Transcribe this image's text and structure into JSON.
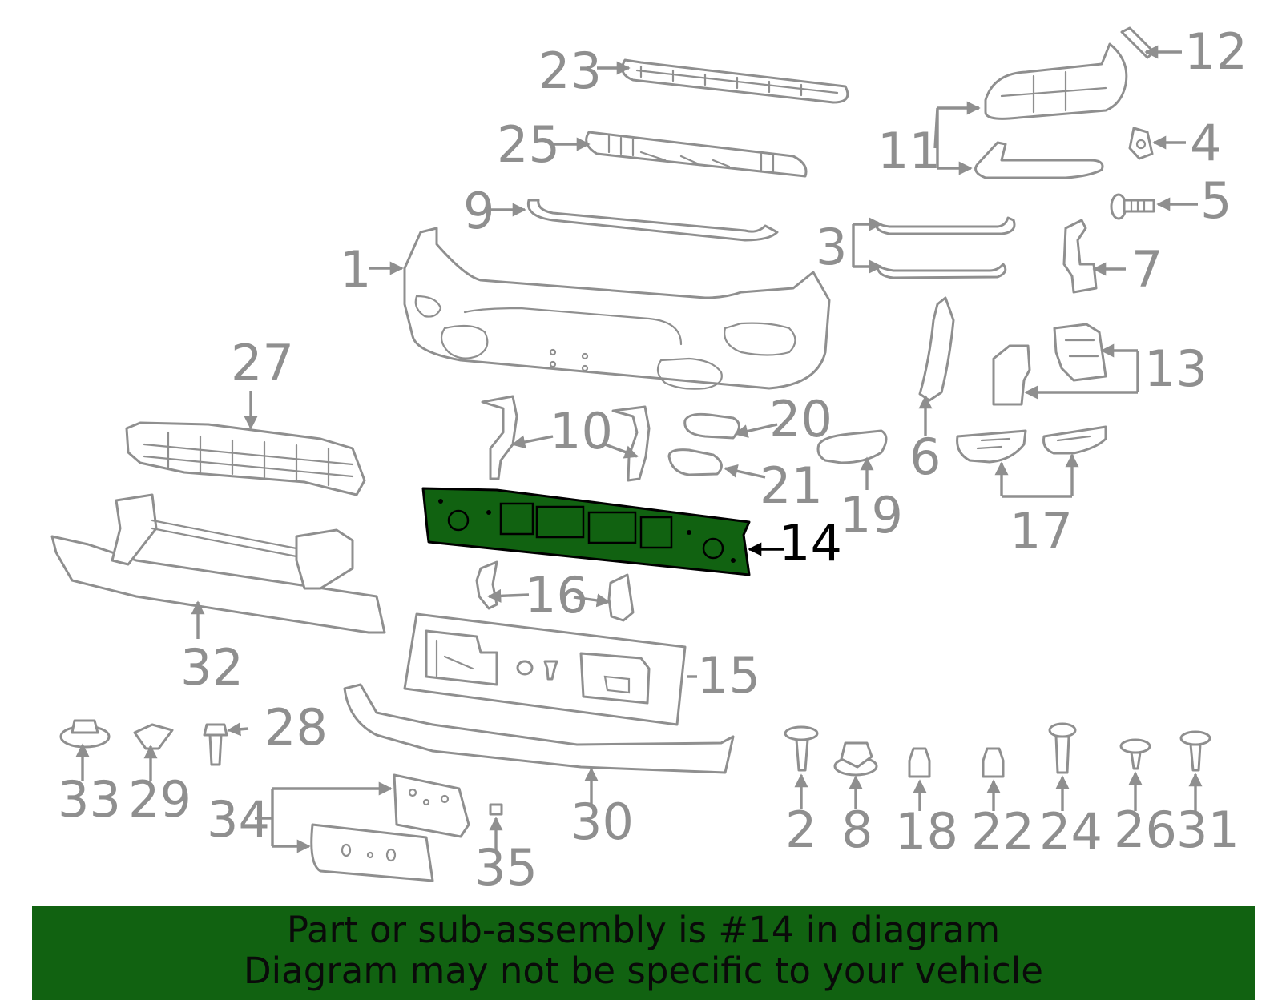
{
  "diagram": {
    "highlighted_part": "14",
    "highlight_color": "#116211",
    "line_color": "#8f8f8f",
    "labels": [
      "1",
      "2",
      "3",
      "4",
      "5",
      "6",
      "7",
      "8",
      "9",
      "10",
      "11",
      "12",
      "13",
      "14",
      "15",
      "16",
      "17",
      "18",
      "19",
      "20",
      "21",
      "22",
      "23",
      "24",
      "25",
      "26",
      "27",
      "28",
      "29",
      "30",
      "31",
      "32",
      "33",
      "34",
      "35"
    ]
  },
  "footer": {
    "line1": "Part or sub-assembly is #14 in diagram",
    "line2": "Diagram may not be specific to your vehicle"
  }
}
